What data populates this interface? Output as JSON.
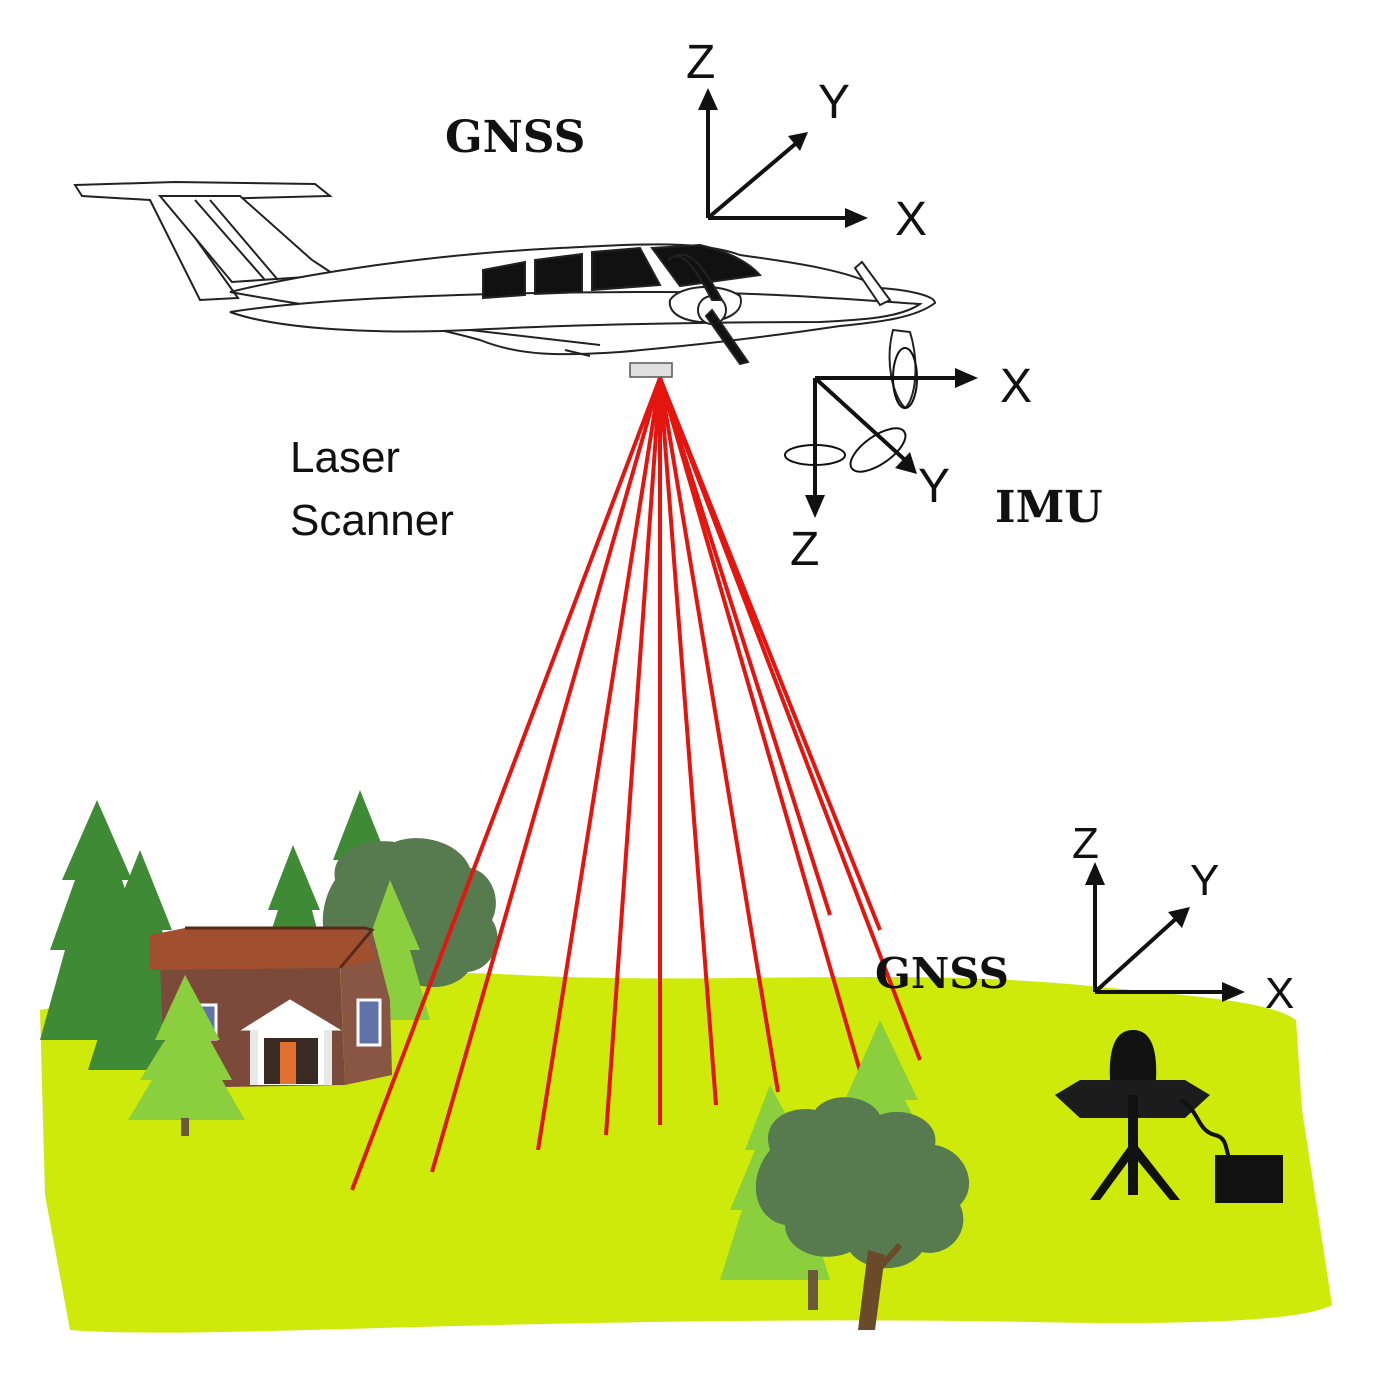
{
  "labels": {
    "gnss_air": "GNSS",
    "gnss_ground": "GNSS",
    "imu": "IMU",
    "laser_line1": "Laser",
    "laser_line2": "Scanner"
  },
  "axes": {
    "x": "X",
    "y": "Y",
    "z": "Z"
  },
  "laser": {
    "beam_count": 11
  },
  "colors": {
    "ground": "#cdea0b",
    "laser": "#e4140f",
    "tree_dark": "#3f8a34",
    "tree_light": "#8ccf3e",
    "broadleaf": "#587a4f",
    "roof": "#a0502f",
    "wall": "#7b4a3a",
    "door": "#e2712f"
  },
  "icons": [
    "airplane-icon",
    "laser-scanner-icon",
    "gnss-base-station-icon",
    "house-icon",
    "tree-icon"
  ]
}
